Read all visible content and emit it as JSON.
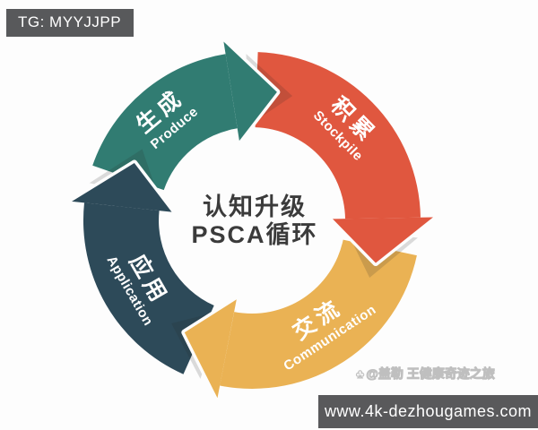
{
  "page": {
    "background": "#fdfdfd"
  },
  "tg_badge": {
    "text": "TG: MYYJJPP",
    "bg": "#58595b",
    "text_color": "#ffffff"
  },
  "center": {
    "line1": "认知升级",
    "line2": "PSCA循环",
    "color": "#3b3b3b"
  },
  "cycle": {
    "type": "cycle-diagram",
    "direction": "clockwise",
    "segments": [
      {
        "id": "produce",
        "label_zh": "生成",
        "label_en": "Produce",
        "color": "#317c72",
        "position": "top-left"
      },
      {
        "id": "stockpile",
        "label_zh": "积累",
        "label_en": "Stockpile",
        "color": "#e0573f",
        "position": "top-right"
      },
      {
        "id": "communication",
        "label_zh": "交流",
        "label_en": "Communication",
        "color": "#eab254",
        "position": "bottom-right"
      },
      {
        "id": "application",
        "label_zh": "应用",
        "label_en": "Application",
        "color": "#2d4a59",
        "position": "bottom-left"
      }
    ]
  },
  "watermark": {
    "icon": "paw-icon",
    "icon_glyph": "♣",
    "text": "@盖勒 王健康奇迹之旅"
  },
  "footer_bar": {
    "text": "www.4k-dezhougames.com",
    "bg": "#59595b",
    "text_color": "#ffffff"
  }
}
